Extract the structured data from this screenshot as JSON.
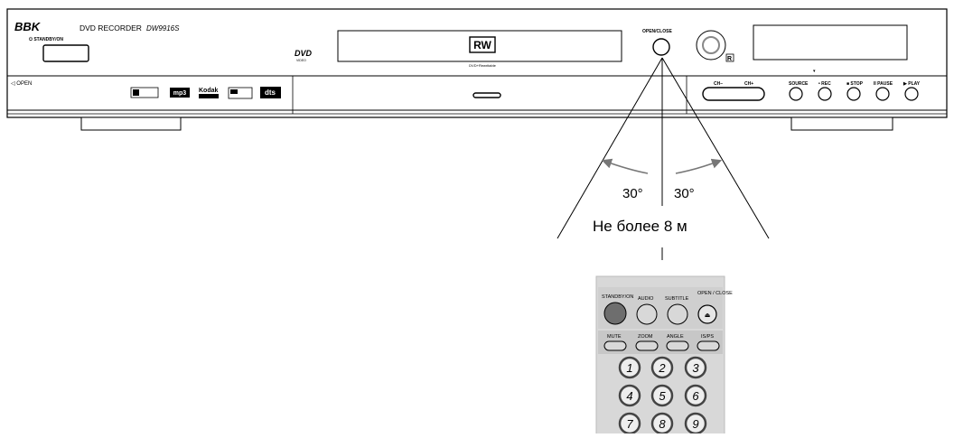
{
  "device": {
    "brand": "BBK",
    "model_line": "DVD RECORDER",
    "model_number": "DW9916S",
    "standby_label": "⏻ STANDBY/ON",
    "dvd_logo": "DVD",
    "dvd_logo_sub": "VIDEO",
    "rw_logo": "RW",
    "rw_sub": "DVD+Rewritable",
    "open_close_label": "OPEN/CLOSE",
    "ir_label": "R",
    "tray_open_label": "◁ OPEN",
    "format_logos": [
      "Windows Media",
      "mp3",
      "Kodak Picture CD",
      "DOLBY DIGITAL",
      "dts"
    ],
    "channel_labels": [
      "CH−",
      "CH+"
    ],
    "transport_buttons": [
      "SOURCE",
      "• REC",
      "■ STOP",
      "II PAUSE",
      "▶ PLAY"
    ]
  },
  "diagram": {
    "angle_left": "30°",
    "angle_right": "30°",
    "distance": "Не более 8 м"
  },
  "remote": {
    "row1": [
      "STANDBY/ON",
      "AUDIO",
      "SUBTITLE",
      "OPEN / CLOSE"
    ],
    "row2": [
      "MUTE",
      "ZOOM",
      "ANGLE",
      "IS/PS"
    ],
    "numbers": [
      "1",
      "2",
      "3",
      "4",
      "5",
      "6",
      "7",
      "8",
      "9"
    ]
  },
  "colors": {
    "line": "#000000",
    "arrow_gray": "#777777",
    "remote_body": "#d8d8d8",
    "standby_button": "#6e6e6e"
  }
}
